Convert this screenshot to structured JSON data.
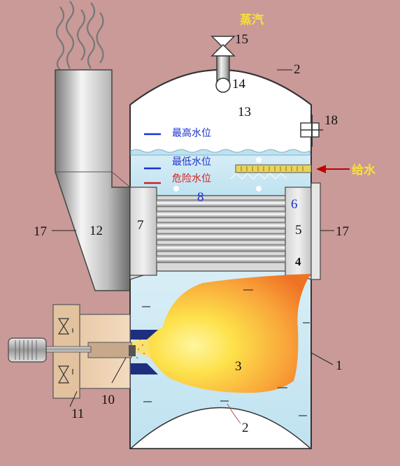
{
  "steam_label": "蒸汽",
  "feedwater_label": "给水",
  "water_levels": {
    "highest": "最高水位",
    "lowest": "最低水位",
    "danger": "危险水位"
  },
  "colors": {
    "background": "#c99a98",
    "water": "#cbe8f3",
    "flame_outer": "#f58a2a",
    "flame_inner": "#fde75a",
    "steam_text": "#f7e03a",
    "highest_line": "#1a30d0",
    "danger_line": "#d02020",
    "arrow": "#c00000"
  },
  "labels": {
    "n1": "1",
    "n2_top": "2",
    "n2_bottom": "2",
    "n3": "3",
    "n4": "4",
    "n5": "5",
    "n6": "6",
    "n7": "7",
    "n8": "8",
    "n10": "10",
    "n11": "11",
    "n12": "12",
    "n13": "13",
    "n14": "14",
    "n15": "15",
    "n17_left": "17",
    "n17_right": "17",
    "n18": "18"
  }
}
